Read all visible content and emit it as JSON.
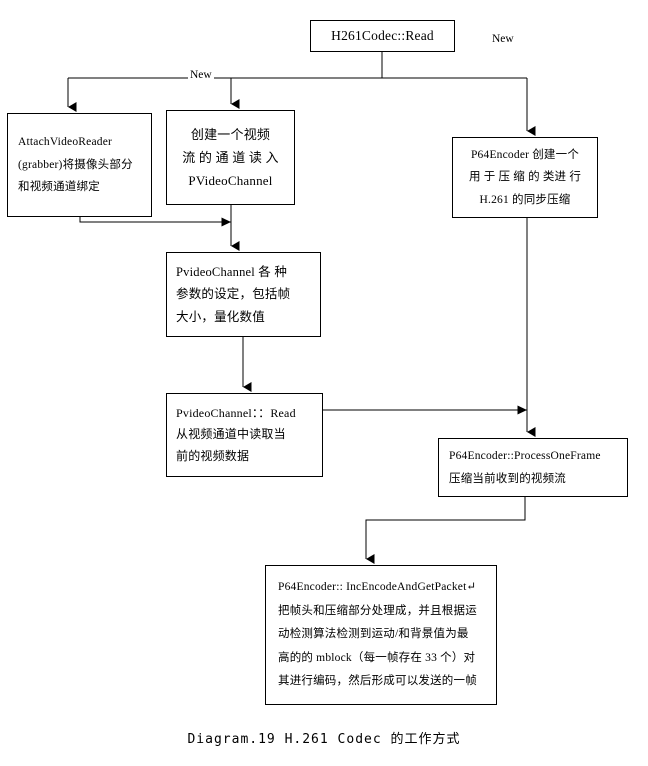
{
  "caption": "Diagram.19 H.261 Codec 的工作方式",
  "edge_labels": {
    "new_left": "New",
    "new_right": "New"
  },
  "nodes": {
    "read": {
      "name": "H261Codec::Read",
      "lines": [
        "H261Codec::Read"
      ]
    },
    "attach_video_reader": {
      "name": "AttachVideoReader",
      "lines": [
        "AttachVideoReader",
        "(grabber)将摄像头部分",
        "和视频通道绑定"
      ]
    },
    "create_channel": {
      "name": "创建视频流通道",
      "lines": [
        "创建一个视频",
        "流 的 通 道 读 入",
        "PVideoChannel"
      ]
    },
    "p64_encoder": {
      "name": "P64Encoder",
      "lines": [
        "P64Encoder 创建一个",
        "用 于 压 缩 的 类进 行",
        "H.261 的同步压缩"
      ]
    },
    "channel_params": {
      "name": "PvideoChannel 参数设定",
      "lines": [
        "PvideoChannel 各 种",
        "参数的设定，包括帧",
        "大小，量化数值"
      ]
    },
    "channel_read": {
      "name": "PvideoChannel::Read",
      "lines": [
        "PvideoChannel：：Read",
        "从视频通道中读取当",
        "前的视频数据"
      ]
    },
    "process_one_frame": {
      "name": "P64Encoder::ProcessOneFrame",
      "lines": [
        "P64Encoder::ProcessOneFrame",
        "压缩当前收到的视频流"
      ]
    },
    "inc_encode": {
      "name": "P64Encoder::IncEncodeAndGetPacket",
      "lines": [
        "P64Encoder:: IncEncodeAndGetPacket↵",
        "把帧头和压缩部分处理成，并且根据运",
        "动检测算法检测到运动/和背景值为最",
        "高的的 mblock（每一帧存在 33 个）对",
        "其进行编码，然后形成可以发送的一帧"
      ]
    }
  },
  "colors": {
    "stroke": "#000000",
    "background": "#ffffff",
    "text": "#000000"
  }
}
